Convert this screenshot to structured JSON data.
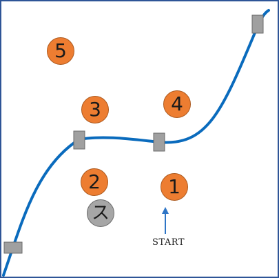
{
  "colors": {
    "frame": "#2e5597",
    "track": "#0a6bbd",
    "orange_marker": "#ed7d31",
    "gray_marker": "#a6a6a6",
    "checkpoint": "#a0a0a0",
    "arrow": "#2e75c6"
  },
  "markers": [
    {
      "label": "5"
    },
    {
      "label": "3"
    },
    {
      "label": "4"
    },
    {
      "label": "2"
    },
    {
      "label": "1"
    }
  ],
  "start_marker": {
    "label": "ス"
  },
  "start": {
    "label": "START"
  }
}
